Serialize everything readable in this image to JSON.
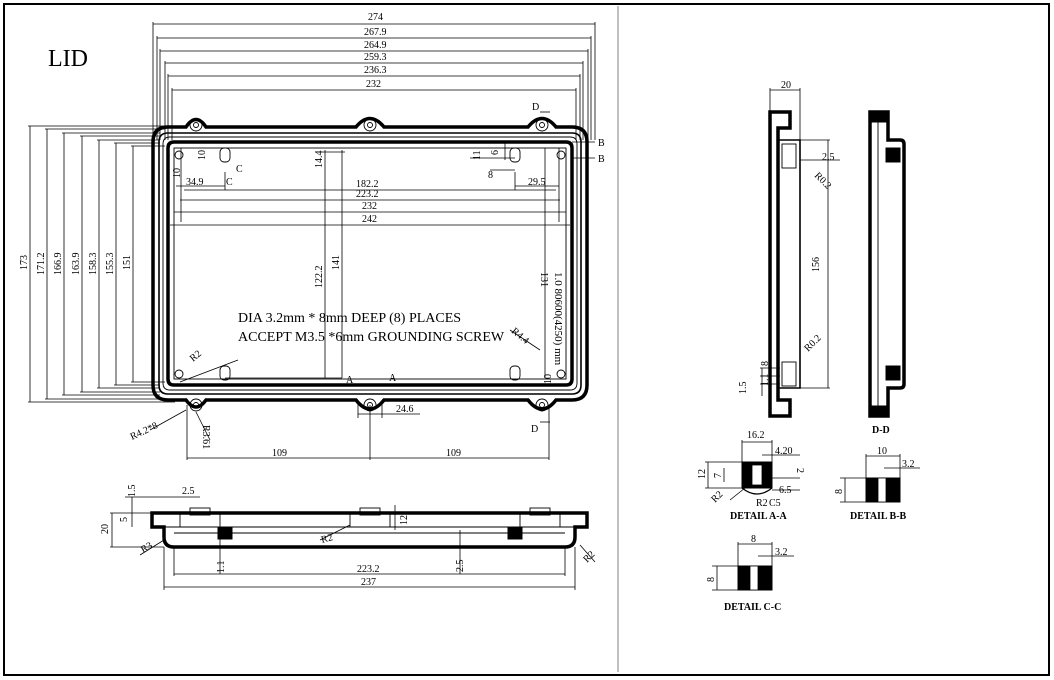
{
  "title": "LID",
  "note": {
    "line1": "DIA 3.2mm * 8mm DEEP (8) PLACES",
    "line2": "ACCEPT M3.5 *6mm GROUNDING SCREW"
  },
  "top_dims": [
    "274",
    "267.9",
    "264.9",
    "259.3",
    "236.3",
    "232"
  ],
  "left_dims": [
    "173",
    "171.2",
    "166.9",
    "163.9",
    "158.3",
    "155.3",
    "151"
  ],
  "inner_dims": {
    "d1822": "182.2",
    "d2232": "223.2",
    "d232": "232",
    "d242": "242",
    "d1222": "122.2",
    "d141": "141",
    "d144": "14.4",
    "d349": "34.9",
    "d295": "29.5",
    "d10a": "10",
    "d10b": "10",
    "d11": "11",
    "d6": "6",
    "d8": "8",
    "d109a": "109",
    "d109b": "109",
    "d246": "24.6",
    "r42": "R4.2",
    "r44": "R4.4",
    "r2": "R2",
    "r3": "R3.61",
    "r425": "R4.2*8",
    "d10c": "10",
    "d131": "131",
    "vert_text": "1.0 80600(4250) mm"
  },
  "labels": {
    "C1": "C",
    "C2": "C",
    "A1": "A",
    "A2": "A",
    "D1": "D",
    "D2": "D",
    "B1": "B",
    "B2": "B"
  },
  "bottom_view": {
    "d15": "1.5",
    "d25": "2.5",
    "d5": "5",
    "d20": "20",
    "d12": "12",
    "r3a": "R3",
    "r2a": "R2",
    "r2b": "R2",
    "d11": "1.1",
    "d2232": "223.2",
    "d237": "237",
    "d25b": "2.5"
  },
  "side_view": {
    "d20": "20",
    "d25": "2.5",
    "r02a": "R0.2",
    "d156": "156",
    "r02b": "R0.2",
    "d8": "8",
    "d11": "1.1",
    "d15": "1.5"
  },
  "details": {
    "dd": "D-D",
    "aa": "DETAIL A-A",
    "bb": "DETAIL B-B",
    "cc": "DETAIL C-C",
    "a_162": "16.2",
    "a_42": "4.20",
    "a_12": "12",
    "a_7": "7",
    "a_2": "2",
    "a_r2": "R2",
    "a_r2b": "R2",
    "a_c5": "C5",
    "a_65": "6.5",
    "b_10": "10",
    "b_32": "3.2",
    "b_8": "8",
    "c_8": "8",
    "c_32": "3.2",
    "c_8b": "8"
  }
}
